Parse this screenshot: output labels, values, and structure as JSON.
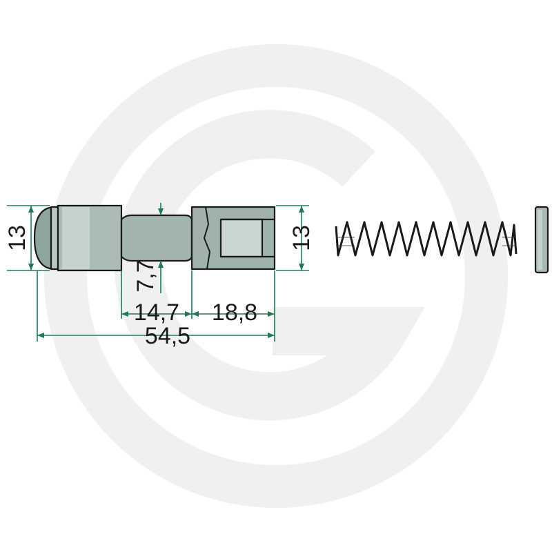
{
  "colors": {
    "watermark": "#f1f1f1",
    "dimension_line": "#1f7a52",
    "part_fill": "#9eb3ab",
    "part_fill_light": "#c8d4cf",
    "outline": "#1a1a1a"
  },
  "watermark": {
    "icon": "brand-g-logo-watermark"
  },
  "dimensions": {
    "left_height": "13",
    "right_height": "13",
    "neck_diameter": "7,7",
    "neck_length": "14,7",
    "slot_length": "18,8",
    "overall_length": "54,5"
  },
  "parts": [
    "pin",
    "spring",
    "disc"
  ]
}
